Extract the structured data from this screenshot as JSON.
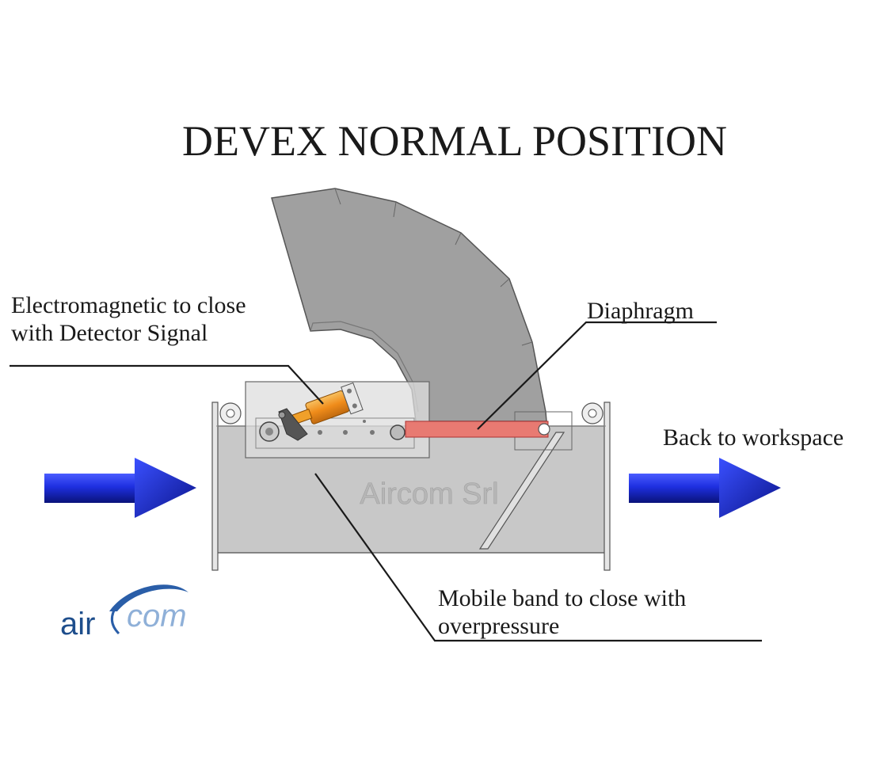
{
  "title": "DEVEX NORMAL POSITION",
  "labels": {
    "electromagnetic_line1": "Electromagnetic to close",
    "electromagnetic_line2": "with Detector Signal",
    "diaphragm": "Diaphragm",
    "back_to_workspace": "Back to workspace",
    "mobile_band_line1": "Mobile band to close with",
    "mobile_band_line2": "overpressure"
  },
  "watermark": "Aircom Srl",
  "logo": {
    "part1": "air",
    "part2": "com"
  },
  "colors": {
    "text": "#1a1a1a",
    "arrow_blue": "#1f2fd6",
    "diaphragm_red": "#d9534f",
    "actuator_orange": "#f0a02a",
    "housing_gray": "#c9c9c9",
    "elbow_gray": "#9a9a9a",
    "logo_blue": "#1e4e8c"
  }
}
